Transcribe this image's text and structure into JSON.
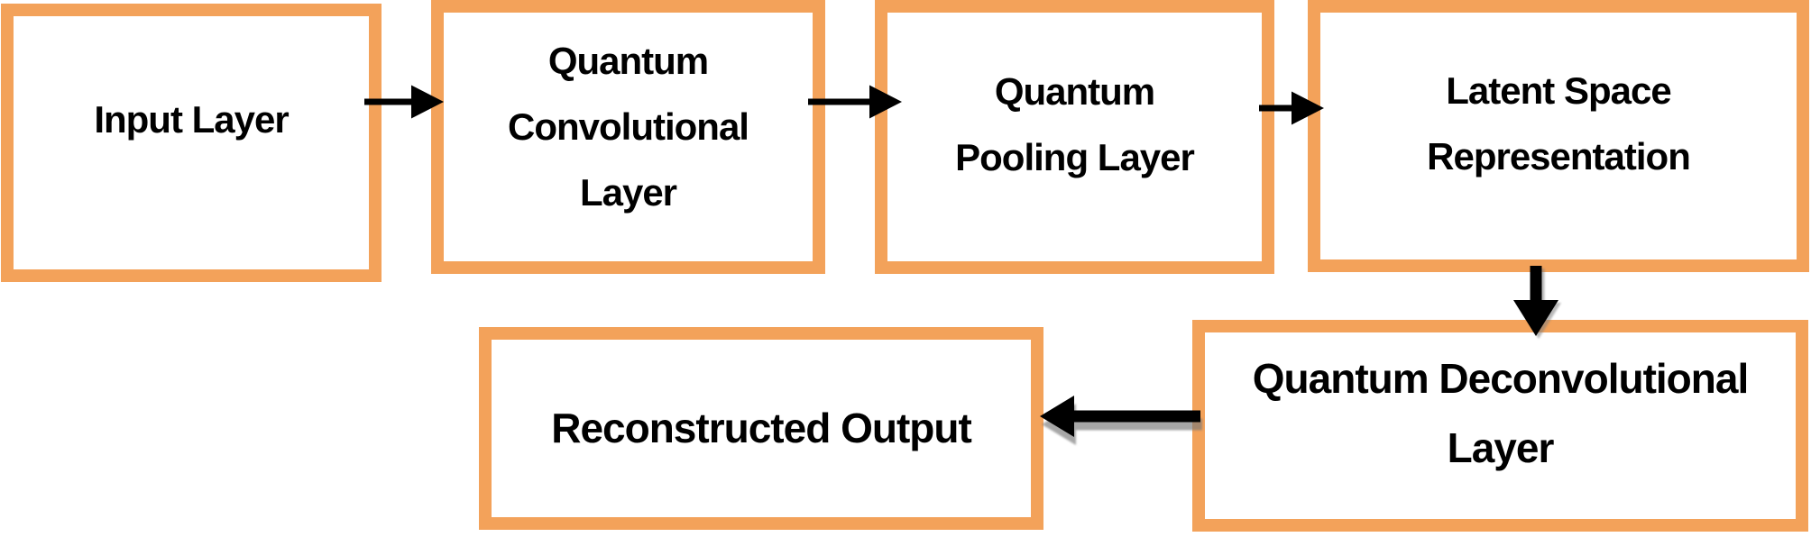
{
  "diagram": {
    "background_color": "#FFFFFF",
    "box_border_color": "#F3A25A",
    "text_color": "#000000",
    "arrow_color": "#000000",
    "arrow_shadow_color": "#787878",
    "boxes": [
      {
        "id": "input-layer",
        "label": "Input Layer",
        "lines": [
          "Input Layer"
        ]
      },
      {
        "id": "quantum-convolutional-layer",
        "label": "Quantum Convolutional Layer",
        "lines": [
          "Quantum",
          "Convolutional",
          "Layer"
        ]
      },
      {
        "id": "quantum-pooling-layer",
        "label": "Quantum Pooling Layer",
        "lines": [
          "Quantum",
          "Pooling Layer"
        ]
      },
      {
        "id": "latent-space-representation",
        "label": "Latent Space Representation",
        "lines": [
          "Latent Space",
          "Representation"
        ]
      },
      {
        "id": "quantum-deconvolutional-layer",
        "label": "Quantum Deconvolutional Layer",
        "lines": [
          "Quantum Deconvolutional",
          "Layer"
        ]
      },
      {
        "id": "reconstructed-output",
        "label": "Reconstructed Output",
        "lines": [
          "Reconstructed Output"
        ]
      }
    ],
    "connections": [
      {
        "from": "Input Layer",
        "to": "Quantum Convolutional Layer",
        "direction": "right"
      },
      {
        "from": "Quantum Convolutional Layer",
        "to": "Quantum Pooling Layer",
        "direction": "right"
      },
      {
        "from": "Quantum Pooling Layer",
        "to": "Latent Space Representation",
        "direction": "right"
      },
      {
        "from": "Latent Space Representation",
        "to": "Quantum Deconvolutional Layer",
        "direction": "down"
      },
      {
        "from": "Quantum Deconvolutional Layer",
        "to": "Reconstructed Output",
        "direction": "left"
      }
    ]
  }
}
